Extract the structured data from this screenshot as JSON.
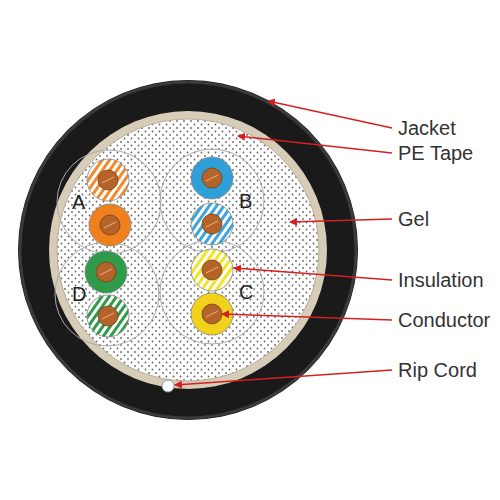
{
  "diagram": {
    "labels": [
      "Jacket",
      "PE Tape",
      "A",
      "B",
      "Gel",
      "Insulation",
      "D",
      "C",
      "Conductor",
      "Rip Cord"
    ]
  }
}
